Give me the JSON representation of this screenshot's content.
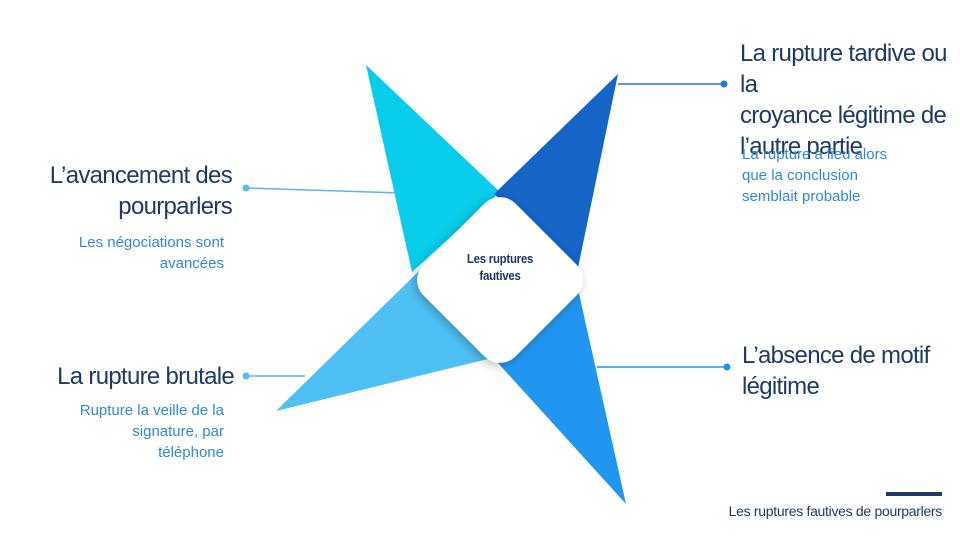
{
  "center": {
    "lines": [
      "Les ruptures",
      "fautives"
    ]
  },
  "items": [
    {
      "title": [
        "L’avancement des",
        "pourparlers"
      ],
      "description": [
        "Les négociations sont",
        "avancées"
      ]
    },
    {
      "title": [
        "La rupture tardive ou la",
        "croyance légitime de",
        "l’autre partie"
      ],
      "description": [
        "La rupture a lieu alors",
        "que la conclusion",
        "semblait probable"
      ]
    },
    {
      "title": [
        "La rupture brutale"
      ],
      "description": [
        "Rupture la veille de la",
        "signature, par",
        "téléphone"
      ]
    },
    {
      "title": [
        "L’absence de motif",
        "légitime"
      ],
      "description": []
    }
  ],
  "footer": {
    "text": "Les ruptures fautives de pourparlers"
  },
  "colors": {
    "cyan": "#08cdea",
    "darkBlue": "#1664c6",
    "lightBlue": "#4fc0f4",
    "blue": "#2196f0",
    "navy": "#1f3a64",
    "connector": "#58b9ef",
    "dot": "#2979d6"
  }
}
